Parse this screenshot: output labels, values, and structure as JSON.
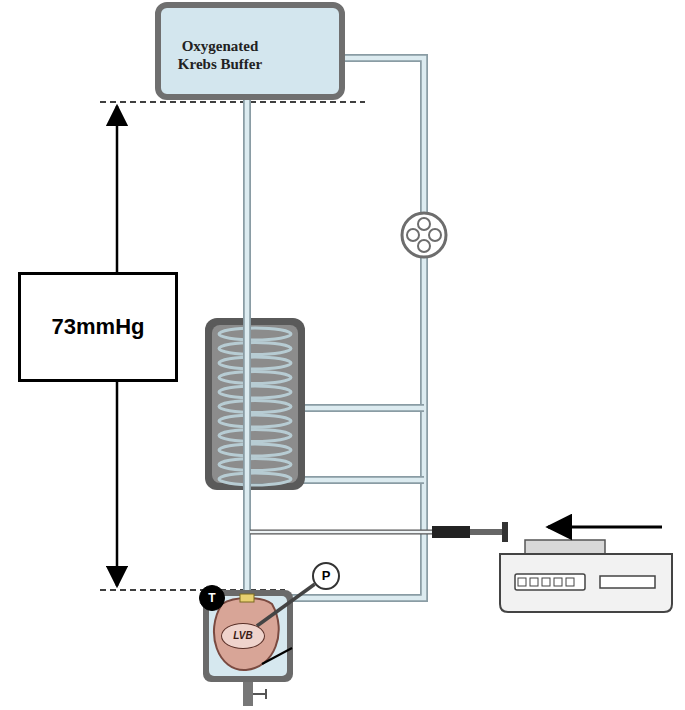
{
  "diagram": {
    "nodes": [
      {
        "text": [
          "Oxygenated Krebs Buffer"
        ]
      },
      {
        "text": [
          "73mmHg"
        ]
      },
      {
        "text": [
          "T"
        ]
      },
      {
        "text": [
          "P"
        ]
      },
      {
        "text": [
          "LVB"
        ]
      }
    ],
    "edges": [
      {
        "from": 3,
        "to": 4,
        "arrow": "none"
      }
    ]
  }
}
